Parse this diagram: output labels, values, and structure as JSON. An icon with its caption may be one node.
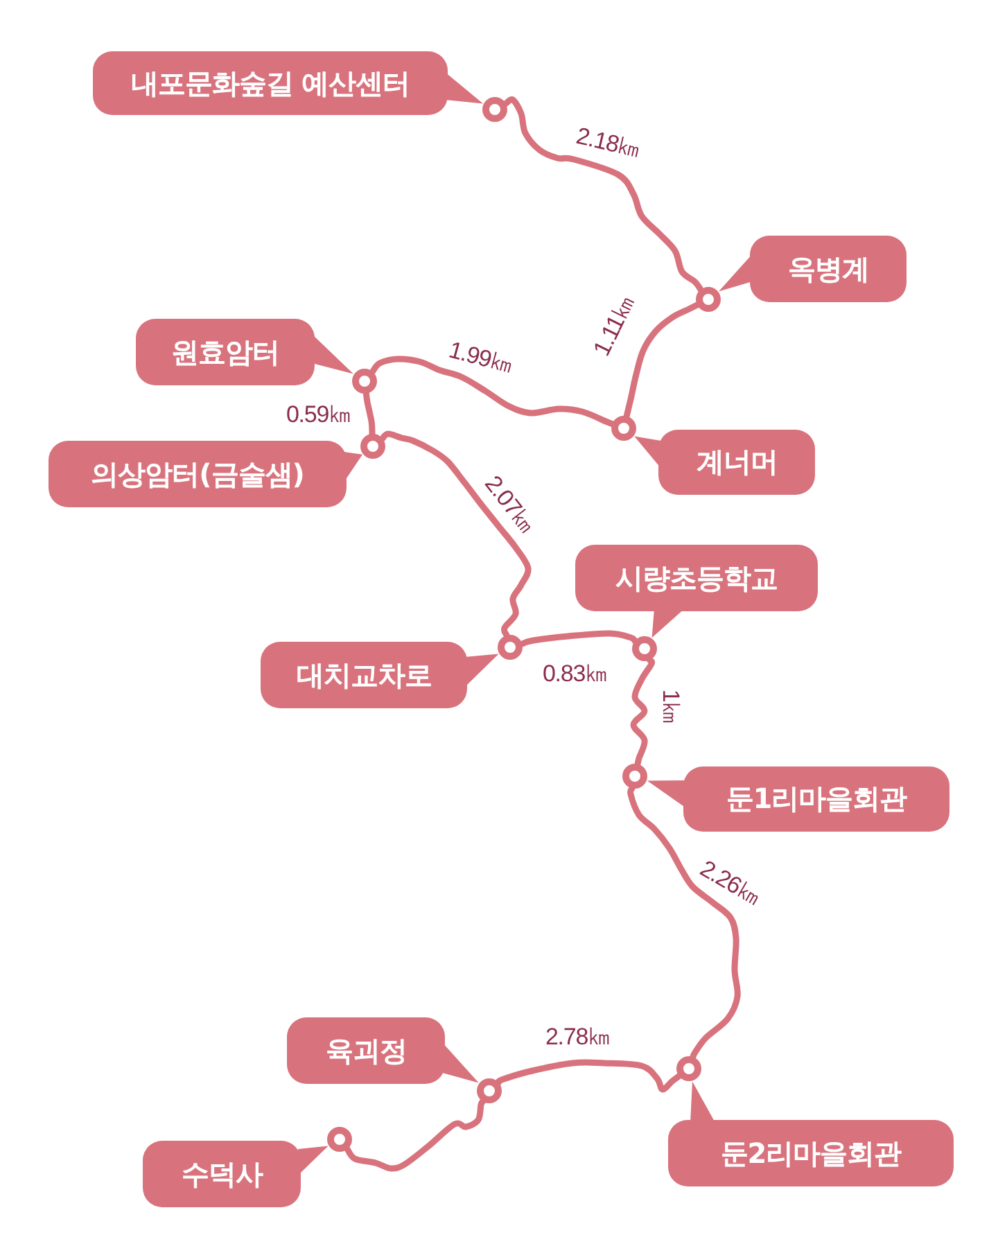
{
  "diagram": {
    "nodes": [
      {
        "text": [
          "내포문화숲길 예산센터"
        ]
      },
      {
        "text": [],
        "shape": "circle"
      },
      {
        "text": [
          "옥병계"
        ]
      },
      {
        "text": [],
        "shape": "circle"
      },
      {
        "text": [
          "계너머"
        ]
      },
      {
        "text": [],
        "shape": "circle"
      },
      {
        "text": [
          "원효암터"
        ]
      },
      {
        "text": [],
        "shape": "circle"
      },
      {
        "text": [
          "의상암터(금술샘)"
        ]
      },
      {
        "text": [],
        "shape": "circle"
      },
      {
        "text": [
          "대치교차로"
        ]
      },
      {
        "text": [],
        "shape": "circle"
      },
      {
        "text": [
          "시량초등학교"
        ]
      },
      {
        "text": [],
        "shape": "circle"
      },
      {
        "text": [
          "둔1리마을회관"
        ]
      },
      {
        "text": [],
        "shape": "circle"
      },
      {
        "text": [
          "둔2리마을회관"
        ]
      },
      {
        "text": [],
        "shape": "circle"
      },
      {
        "text": [
          "육괴정"
        ]
      },
      {
        "text": [],
        "shape": "circle"
      },
      {
        "text": [
          "수덕사"
        ]
      },
      {
        "text": [],
        "shape": "circle"
      }
    ],
    "edges": [
      {
        "from": 1,
        "to": 3,
        "arrow": "none",
        "label": "2.18㎞"
      },
      {
        "from": 3,
        "to": 5,
        "arrow": "none",
        "label": "1.11㎞"
      },
      {
        "from": 5,
        "to": 7,
        "arrow": "none",
        "label": "1.99㎞"
      },
      {
        "from": 7,
        "to": 9,
        "arrow": "none",
        "label": "0.59㎞"
      },
      {
        "from": 9,
        "to": 11,
        "arrow": "none",
        "label": "2.07㎞"
      },
      {
        "from": 11,
        "to": 13,
        "arrow": "none",
        "label": "0.83㎞"
      },
      {
        "from": 13,
        "to": 15,
        "arrow": "none",
        "label": "1㎞"
      },
      {
        "from": 15,
        "to": 17,
        "arrow": "none",
        "label": "2.26㎞"
      },
      {
        "from": 17,
        "to": 19,
        "arrow": "none",
        "label": "2.78㎞"
      },
      {
        "from": 19,
        "to": 21,
        "arrow": "none"
      },
      {
        "from": 0,
        "to": 1,
        "arrow": "to"
      },
      {
        "from": 2,
        "to": 3,
        "arrow": "to"
      },
      {
        "from": 4,
        "to": 5,
        "arrow": "to"
      },
      {
        "from": 6,
        "to": 7,
        "arrow": "to"
      },
      {
        "from": 8,
        "to": 9,
        "arrow": "to"
      },
      {
        "from": 10,
        "to": 11,
        "arrow": "to"
      },
      {
        "from": 12,
        "to": 13,
        "arrow": "to"
      },
      {
        "from": 14,
        "to": 15,
        "arrow": "to"
      },
      {
        "from": 16,
        "to": 17,
        "arrow": "to"
      },
      {
        "from": 18,
        "to": 19,
        "arrow": "to"
      },
      {
        "from": 20,
        "to": 21,
        "arrow": "to"
      }
    ]
  }
}
